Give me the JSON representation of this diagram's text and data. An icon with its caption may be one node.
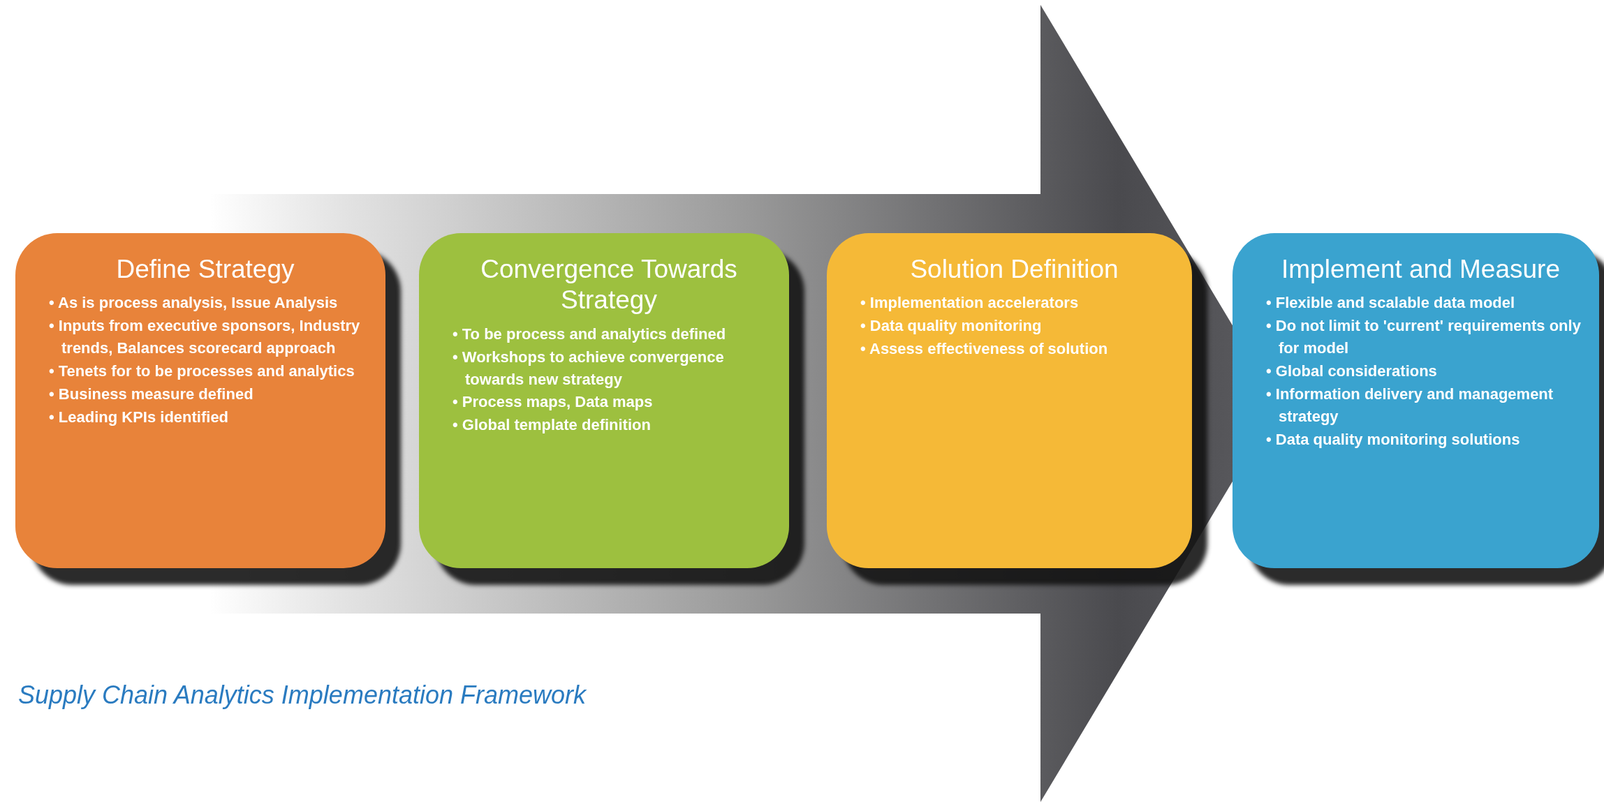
{
  "diagram": {
    "caption": "Supply Chain Analytics Implementation Framework",
    "nodes": [
      {
        "text": [
          "Define Strategy",
          "• As is process analysis, Issue Analysis",
          "• Inputs from executive sponsors, Industry trends, Balances scorecard approach",
          "• Tenets for to be processes and analytics",
          "• Business measure defined",
          "• Leading KPIs identified"
        ]
      },
      {
        "text": [
          "Convergence Towards Strategy",
          "• To be process and analytics defined",
          "• Workshops to achieve convergence towards new strategy",
          "• Process maps, Data maps",
          "• Global template definition"
        ]
      },
      {
        "text": [
          "Solution Definition",
          "• Implementation accelerators",
          "• Data quality monitoring",
          "• Assess effectiveness of solution"
        ]
      },
      {
        "text": [
          "Implement and Measure",
          "• Flexible and scalable data model",
          "• Do not limit to 'current' requirements only for model",
          "• Global considerations",
          "• Information delivery and management strategy",
          "• Data quality monitoring solutions"
        ]
      }
    ],
    "edges": [
      {
        "from": 0,
        "to": 3,
        "arrow": "to"
      }
    ]
  }
}
